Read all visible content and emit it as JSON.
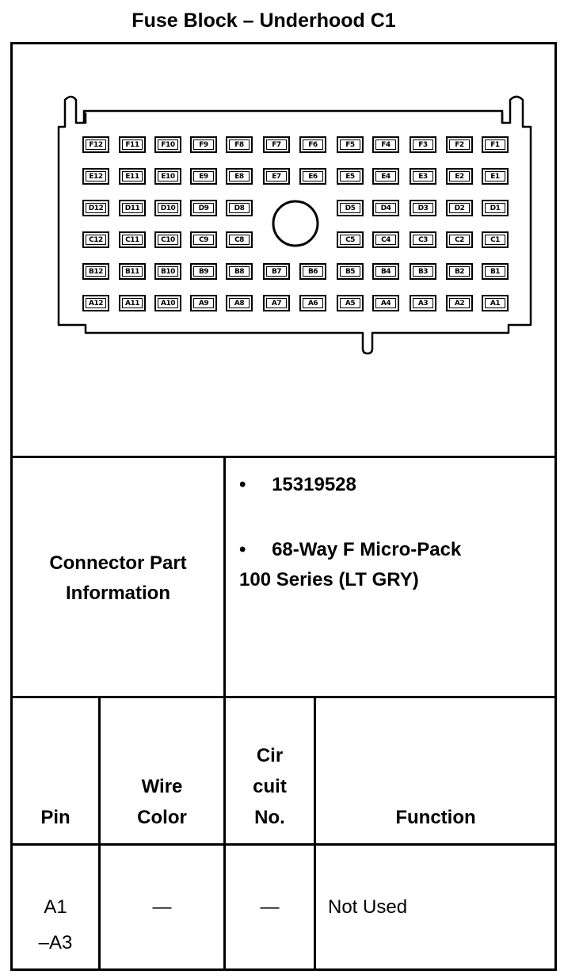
{
  "title": "Fuse Block – Underhood C1",
  "pins": {
    "F": [
      "F12",
      "F11",
      "F10",
      "F9",
      "F8",
      "F7",
      "F6",
      "F5",
      "F4",
      "F3",
      "F2",
      "F1"
    ],
    "E": [
      "E12",
      "E11",
      "E10",
      "E9",
      "E8",
      "E7",
      "E6",
      "E5",
      "E4",
      "E3",
      "E2",
      "E1"
    ],
    "D": [
      "D12",
      "D11",
      "D10",
      "D9",
      "D8",
      "D5",
      "D4",
      "D3",
      "D2",
      "D1"
    ],
    "C": [
      "C12",
      "C11",
      "C10",
      "C9",
      "C8",
      "C5",
      "C4",
      "C3",
      "C2",
      "C1"
    ],
    "B": [
      "B12",
      "B11",
      "B10",
      "B9",
      "B8",
      "B7",
      "B6",
      "B5",
      "B4",
      "B3",
      "B2",
      "B1"
    ],
    "A": [
      "A12",
      "A11",
      "A10",
      "A9",
      "A8",
      "A7",
      "A6",
      "A5",
      "A4",
      "A3",
      "A2",
      "A1"
    ]
  },
  "connector_info": {
    "label_line1": "Connector Part",
    "label_line2": "Information",
    "bullet": "•",
    "part_number": "15319528",
    "desc_line1": "68-Way F Micro-Pack",
    "desc_line2": "100 Series (LT GRY)"
  },
  "table": {
    "headers": {
      "pin": "Pin",
      "wire_line1": "Wire",
      "wire_line2": "Color",
      "circuit_line1": "Cir",
      "circuit_line2": "cuit",
      "circuit_line3": "No.",
      "function": "Function"
    },
    "rows": [
      {
        "pin_line1": "A1",
        "pin_line2": "–A3",
        "wire_color": "—",
        "circuit": "—",
        "function": "Not Used"
      }
    ]
  }
}
